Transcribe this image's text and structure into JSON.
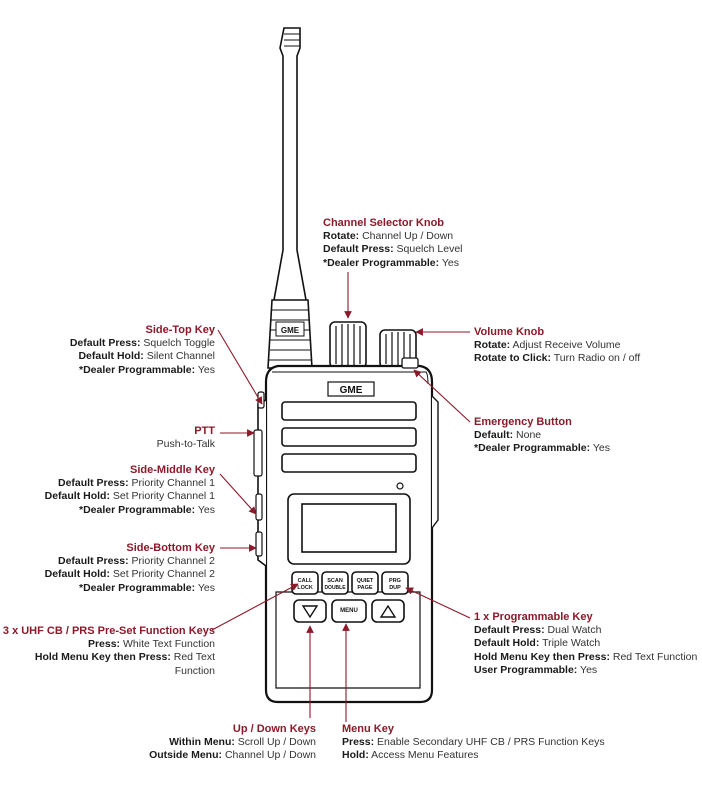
{
  "colors": {
    "accent": "#8b1a2a",
    "text": "#222222",
    "line": "#8b1a2a",
    "device": "#111111"
  },
  "device": {
    "brand": "GME",
    "keys": {
      "k1": [
        "CALL",
        "LOCK"
      ],
      "k2": [
        "SCAN",
        "DOUBLE"
      ],
      "k3": [
        "QUIET",
        "PAGE"
      ],
      "k4": [
        "PRG",
        "DUP"
      ],
      "menu": "MENU",
      "up_icon": "triangle-up-icon",
      "down_icon": "triangle-down-icon"
    }
  },
  "channel_selector": {
    "title": "Channel Selector Knob",
    "l1k": "Rotate:",
    "l1v": "Channel Up / Down",
    "l2k": "Default Press:",
    "l2v": "Squelch Level",
    "l3k": "*Dealer Programmable:",
    "l3v": "Yes"
  },
  "side_top": {
    "title": "Side-Top Key",
    "l1k": "Default Press:",
    "l1v": "Squelch Toggle",
    "l2k": "Default Hold:",
    "l2v": "Silent Channel",
    "l3k": "*Dealer Programmable:",
    "l3v": "Yes"
  },
  "volume": {
    "title": "Volume Knob",
    "l1k": "Rotate:",
    "l1v": "Adjust Receive Volume",
    "l2k": "Rotate to Click:",
    "l2v": "Turn Radio on / off"
  },
  "ptt": {
    "title": "PTT",
    "l1v": "Push-to-Talk"
  },
  "emergency": {
    "title": "Emergency Button",
    "l1k": "Default:",
    "l1v": "None",
    "l2k": "*Dealer Programmable:",
    "l2v": "Yes"
  },
  "side_middle": {
    "title": "Side-Middle Key",
    "l1k": "Default Press:",
    "l1v": "Priority Channel 1",
    "l2k": "Default Hold:",
    "l2v": "Set Priority Channel 1",
    "l3k": "*Dealer Programmable:",
    "l3v": "Yes"
  },
  "side_bottom": {
    "title": "Side-Bottom Key",
    "l1k": "Default Press:",
    "l1v": "Priority Channel 2",
    "l2k": "Default Hold:",
    "l2v": "Set Priority Channel 2",
    "l3k": "*Dealer Programmable:",
    "l3v": "Yes"
  },
  "function_keys": {
    "title": "3 x UHF CB / PRS Pre-Set Function Keys",
    "l1k": "Press:",
    "l1v": "White Text Function",
    "l2k": "Hold Menu Key then Press:",
    "l2v": "Red Text",
    "l3v": "Function"
  },
  "programmable_key": {
    "title": "1 x Programmable Key",
    "l1k": "Default Press:",
    "l1v": "Dual Watch",
    "l2k": "Default Hold:",
    "l2v": "Triple Watch",
    "l3k": "Hold Menu Key then Press:",
    "l3v": "Red Text Function",
    "l4k": "User Programmable:",
    "l4v": "Yes"
  },
  "up_down": {
    "title": "Up / Down Keys",
    "l1k": "Within Menu:",
    "l1v": "Scroll Up / Down",
    "l2k": "Outside Menu:",
    "l2v": "Channel Up /  Down"
  },
  "menu_key": {
    "title": "Menu Key",
    "l1k": "Press:",
    "l1v": "Enable Secondary UHF CB / PRS Function Keys",
    "l2k": "Hold:",
    "l2v": "Access Menu Features"
  }
}
